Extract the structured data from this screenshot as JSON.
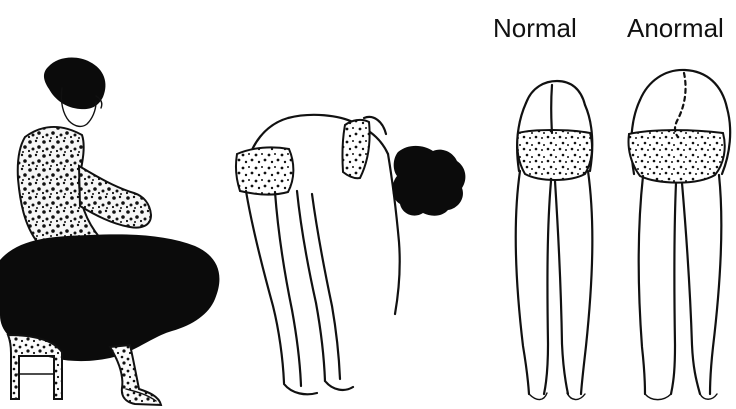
{
  "labels": {
    "normal": "Normal",
    "anormal": "Anormal"
  },
  "colors": {
    "background": "#ffffff",
    "ink": "#111111"
  },
  "figures": [
    {
      "name": "seated-figure",
      "icon": "seated-person-illustration"
    },
    {
      "name": "forward-bend-figure",
      "icon": "forward-bend-person-illustration"
    },
    {
      "name": "normal-back-figure",
      "icon": "normal-spine-back-view-illustration"
    },
    {
      "name": "anormal-back-figure",
      "icon": "abnormal-spine-back-view-illustration"
    }
  ]
}
